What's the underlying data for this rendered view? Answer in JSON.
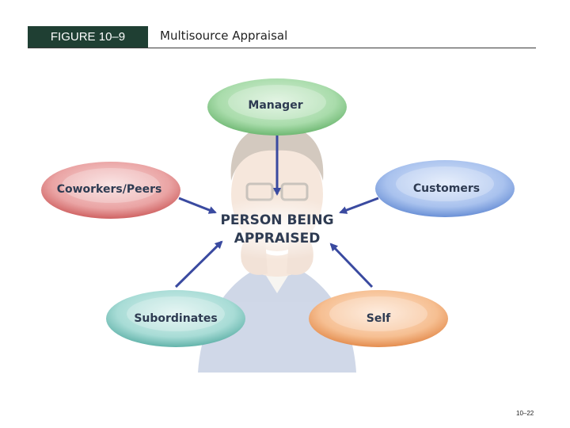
{
  "header": {
    "figure_tag": "FIGURE 10–9",
    "title": "Multisource Appraisal"
  },
  "diagram": {
    "center": {
      "line1": "PERSON BEING",
      "line2": "APPRAISED"
    },
    "nodes": {
      "manager": {
        "label": "Manager",
        "color": "#8fcf93"
      },
      "coworkers": {
        "label": "Coworkers/Peers",
        "color": "#e07a7a"
      },
      "customers": {
        "label": "Customers",
        "color": "#7fa6e0"
      },
      "subordinates": {
        "label": "Subordinates",
        "color": "#7fc7c0"
      },
      "self": {
        "label": "Self",
        "color": "#f2a46a"
      }
    },
    "arrow_color": "#3a4aa0",
    "icon": "person-thinking-icon"
  },
  "footer": {
    "page_number": "10–22"
  }
}
